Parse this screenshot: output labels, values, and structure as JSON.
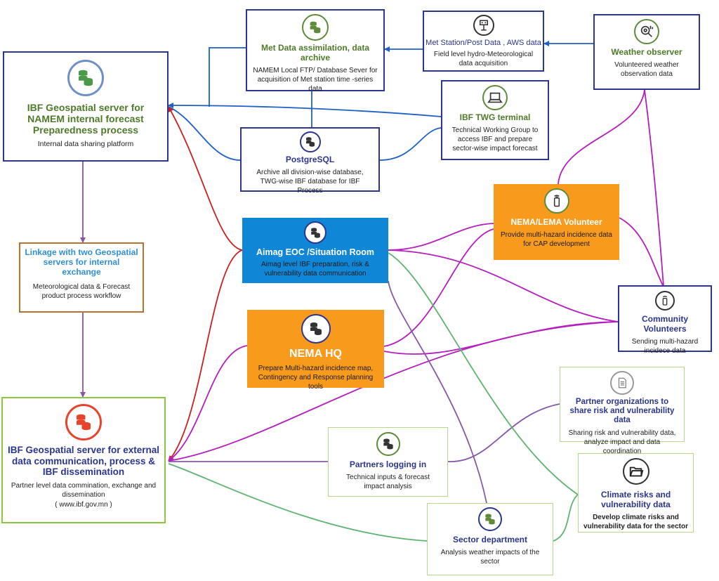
{
  "nodes": {
    "met_assim": {
      "title": "Met Data assimilation, data archive",
      "desc": "NAMEM Local FTP/ Database Sever for acquisition of Met station  time -series data",
      "icon": "database-icon"
    },
    "met_station": {
      "title": "Met Station/Post Data , AWS data",
      "desc": "Field level hydro-Meteorological data acquisition",
      "icon": "weather-station-icon"
    },
    "weather_observer": {
      "title": "Weather observer",
      "desc": "Volunteered weather observation data",
      "icon": "observer-icon"
    },
    "ibf_internal": {
      "title": "IBF Geospatial server for NAMEM internal forecast Preparedness process",
      "desc": "Internal data sharing platform",
      "icon": "database-icon"
    },
    "ibf_twg": {
      "title": "IBF TWG terminal",
      "desc": "Technical Working Group to access  IBF  and prepare sector-wise impact forecast",
      "icon": "laptop-icon"
    },
    "postgresql": {
      "title": "PostgreSQL",
      "desc": "Archive all  division-wise database, TWG-wise  IBF database for IBF Process",
      "icon": "database-icon"
    },
    "nema_volunteer": {
      "title": "NEMA/LEMA Volunteer",
      "desc": "Provide multi-hazard incidence data for CAP development",
      "icon": "mobile-phone-icon"
    },
    "aimag_eoc": {
      "title": "Aimag EOC /Situation Room",
      "desc": "Aimag level IBF preparation, risk & vulnerability data communication",
      "icon": "database-icon"
    },
    "linkage": {
      "title": "Linkage with two Geospatial servers for internal exchange",
      "desc": "Meteorological  data & Forecast product process workflow"
    },
    "community_volunteers": {
      "title": "Community Volunteers",
      "desc": "Sending multi-hazard incidece data",
      "icon": "mobile-phone-icon"
    },
    "nema_hq": {
      "title": "NEMA HQ",
      "desc": "Prepare Multi-hazard incidence map, Contingency and Response planning tools",
      "icon": "database-icon"
    },
    "partner_orgs": {
      "title": "Partner organizations to share risk and vulnerability data",
      "desc": "Sharing risk and vulnerability data, analyze impact and data coordination",
      "icon": "document-icon"
    },
    "ibf_external": {
      "title": "IBF Geospatial server for external data communication, process & IBF dissemination",
      "desc": "Partner level data commination, exchange and dissemination",
      "url": "( www.ibf.gov.mn )",
      "icon": "database-icon"
    },
    "partners_logging": {
      "title": "Partners logging in",
      "desc": "Technical inputs & forecast impact analysis",
      "icon": "database-icon"
    },
    "climate_risks": {
      "title": "Climate risks and vulnerability data",
      "desc": "Develop climate risks and vulnerability data for the sector",
      "icon": "folder-icon"
    },
    "sector_department": {
      "title": "Sector department",
      "desc": "Analysis weather impacts of the sector",
      "icon": "database-icon"
    }
  },
  "colors": {
    "navy": "#2c3590",
    "title_green": "#4f7a2a",
    "link_blue": "#1f5fc8",
    "link_red": "#cc2020",
    "link_magenta": "#b51fbd",
    "link_purple": "#8458a8",
    "link_green": "#5fb370",
    "eoc_blue": "#0f87d6",
    "nema_orange": "#f89a1c",
    "linkage_title": "#2f8fd8",
    "external_icon_red": "#e8432c"
  }
}
